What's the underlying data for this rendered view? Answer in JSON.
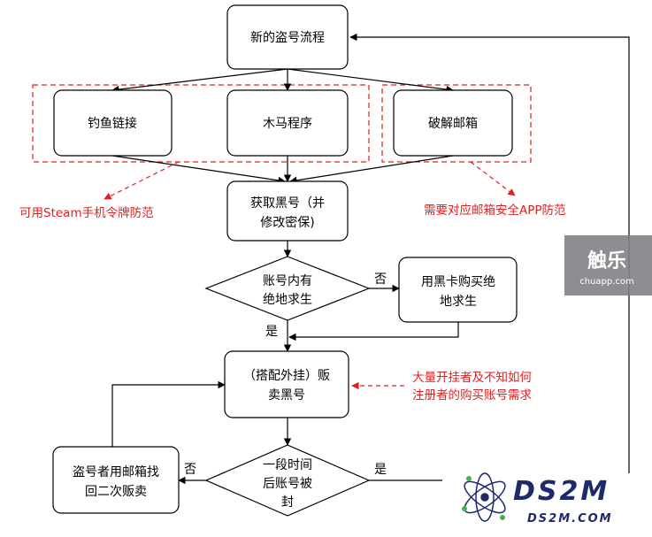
{
  "nodes": {
    "start": [
      "新的盗号流程"
    ],
    "phishing": [
      "钓鱼链接"
    ],
    "trojan": [
      "木马程序"
    ],
    "crack_mail": [
      "破解邮箱"
    ],
    "get_account": [
      "获取黑号（并",
      "修改密保)"
    ],
    "has_game": [
      "账号内有",
      "绝地求生"
    ],
    "buy_black": [
      "用黑卡购买绝",
      "地求生"
    ],
    "sell": [
      "（搭配外挂）贩",
      "卖黑号"
    ],
    "banned": [
      "一段时间",
      "后账号被",
      "封"
    ],
    "recover": [
      "盗号者用邮箱找",
      "回二次贩卖"
    ]
  },
  "edge_labels": {
    "no_top": "否",
    "yes_mid": "是",
    "no_bottom": "否",
    "yes_bottom": "是"
  },
  "annotations": {
    "steam": "可用Steam手机令牌防范",
    "mail_app": "需要对应邮箱安全APP防范",
    "demand": [
      "大量开挂者及不知如何",
      "注册者的购买账号需求"
    ]
  },
  "watermarks": {
    "chuapp_name": "触乐",
    "chuapp_url": "chuapp.com",
    "ds2m_logo": "DS2M",
    "ds2m_url": "DS2M.COM"
  },
  "colors": {
    "line": "#000000",
    "annotation": "#e02020",
    "watermark_bg": "#7f8286"
  }
}
